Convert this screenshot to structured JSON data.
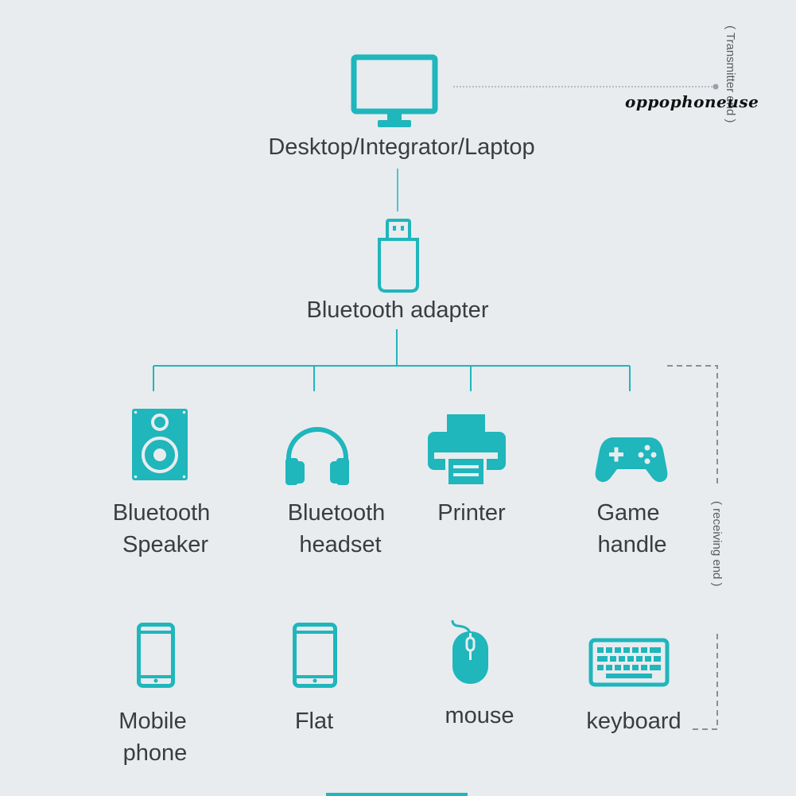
{
  "colors": {
    "accent": "#1fb6bc",
    "background": "#e8ecef",
    "text": "#3a3d40",
    "dashed": "#8a8f94"
  },
  "transmitter": {
    "label": "Desktop/Integrator/Laptop",
    "icon": "monitor-icon",
    "side_label": "( Transmitter end )"
  },
  "adapter": {
    "label": "Bluetooth adapter",
    "icon": "usb-dongle-icon"
  },
  "receiving_end_label": "( receiving end )",
  "devices": [
    {
      "icon": "speaker-icon",
      "line1": "Bluetooth",
      "line2": "Speaker"
    },
    {
      "icon": "headphones-icon",
      "line1": "Bluetooth",
      "line2": "headset"
    },
    {
      "icon": "printer-icon",
      "line1": "Printer",
      "line2": ""
    },
    {
      "icon": "gamepad-icon",
      "line1": "Game",
      "line2": "handle"
    },
    {
      "icon": "mobile-phone-icon",
      "line1": "Mobile",
      "line2": "phone"
    },
    {
      "icon": "tablet-icon",
      "line1": "Flat",
      "line2": ""
    },
    {
      "icon": "mouse-icon",
      "line1": "mouse",
      "line2": ""
    },
    {
      "icon": "keyboard-icon",
      "line1": "keyboard",
      "line2": ""
    }
  ],
  "watermark": "oppophoneuse"
}
